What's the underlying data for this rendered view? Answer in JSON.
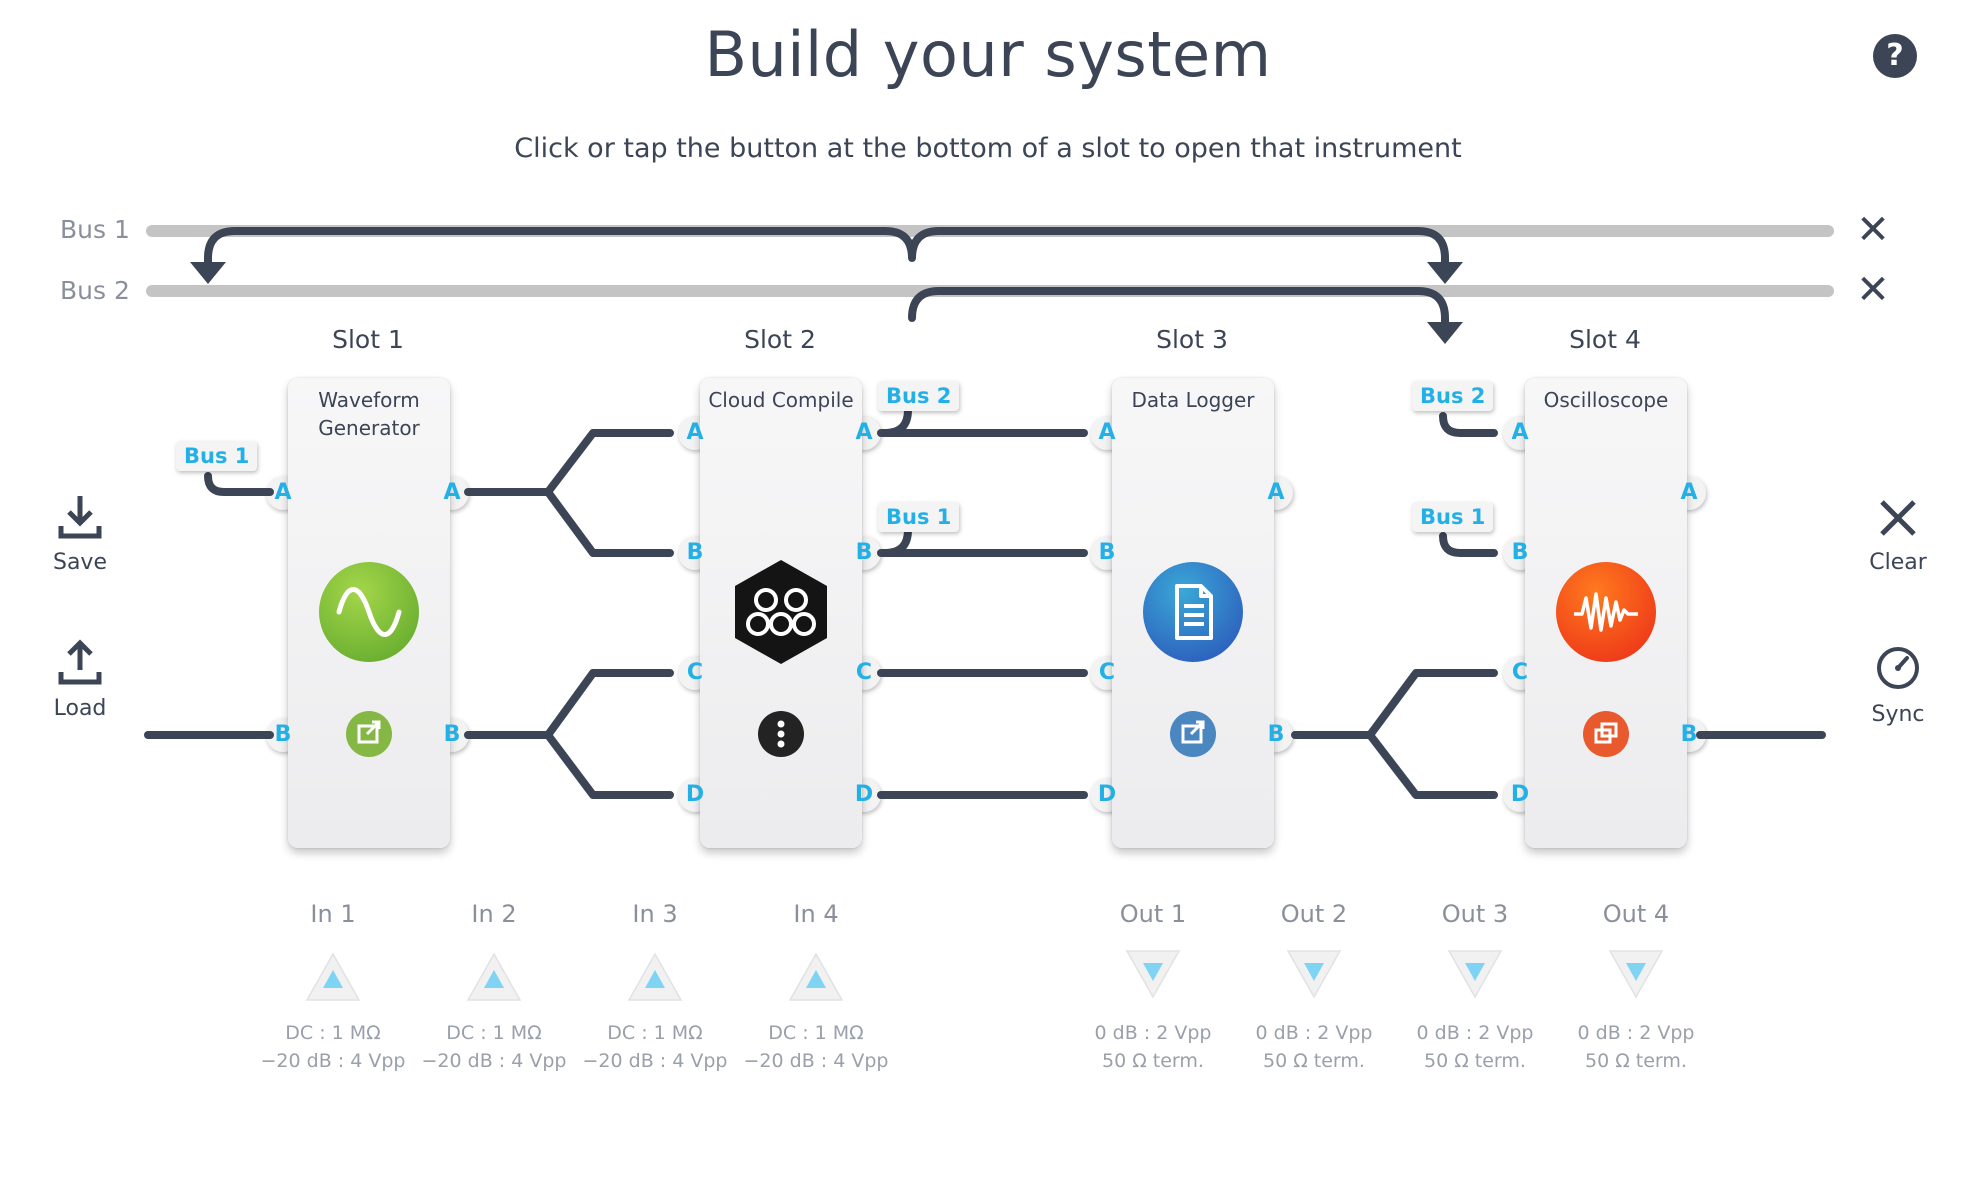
{
  "header": {
    "title": "Build your system",
    "subtitle": "Click or tap the button at the bottom of a slot to open that instrument",
    "help_glyph": "?"
  },
  "buses": [
    {
      "label": "Bus 1",
      "remove_glyph": "✕"
    },
    {
      "label": "Bus 2",
      "remove_glyph": "✕"
    }
  ],
  "slots": [
    {
      "title": "Slot 1",
      "instrument": "Waveform Generator",
      "icon": "sine-wave-icon",
      "button_icon": "open-external-icon",
      "color": "#7ab83a"
    },
    {
      "title": "Slot 2",
      "instrument": "Cloud Compile",
      "icon": "cloud-compile-icon",
      "button_icon": "more-vertical-icon",
      "color": "#1c1c1c"
    },
    {
      "title": "Slot 3",
      "instrument": "Data Logger",
      "icon": "document-icon",
      "button_icon": "open-external-icon",
      "color": "#3a78c0"
    },
    {
      "title": "Slot 4",
      "instrument": "Oscilloscope",
      "icon": "oscilloscope-wave-icon",
      "button_icon": "windows-icon",
      "color": "#f04a1a"
    }
  ],
  "ports": {
    "a": "A",
    "b": "B",
    "c": "C",
    "d": "D"
  },
  "bus_tags": {
    "slot1_in_a": "Bus 1",
    "slot2_out_a": "Bus 2",
    "slot2_out_b": "Bus 1",
    "slot4_in_a": "Bus 2",
    "slot4_in_b": "Bus 1"
  },
  "side_buttons": {
    "save": "Save",
    "load": "Load",
    "clear": "Clear",
    "sync": "Sync"
  },
  "inputs": [
    {
      "label": "In 1",
      "spec1": "DC : 1 MΩ",
      "spec2": "−20 dB : 4 Vpp"
    },
    {
      "label": "In 2",
      "spec1": "DC : 1 MΩ",
      "spec2": "−20 dB : 4 Vpp"
    },
    {
      "label": "In 3",
      "spec1": "DC : 1 MΩ",
      "spec2": "−20 dB : 4 Vpp"
    },
    {
      "label": "In 4",
      "spec1": "DC : 1 MΩ",
      "spec2": "−20 dB : 4 Vpp"
    }
  ],
  "outputs": [
    {
      "label": "Out 1",
      "spec1": "0 dB : 2 Vpp",
      "spec2": "50 Ω term."
    },
    {
      "label": "Out 2",
      "spec1": "0 dB : 2 Vpp",
      "spec2": "50 Ω term."
    },
    {
      "label": "Out 3",
      "spec1": "0 dB : 2 Vpp",
      "spec2": "50 Ω term."
    },
    {
      "label": "Out 4",
      "spec1": "0 dB : 2 Vpp",
      "spec2": "50 Ω term."
    }
  ],
  "colors": {
    "wire": "#3c4556",
    "bus_line": "#c4c4c4",
    "port_text": "#23b0e6",
    "io_arrow": "#7fd3f3"
  }
}
